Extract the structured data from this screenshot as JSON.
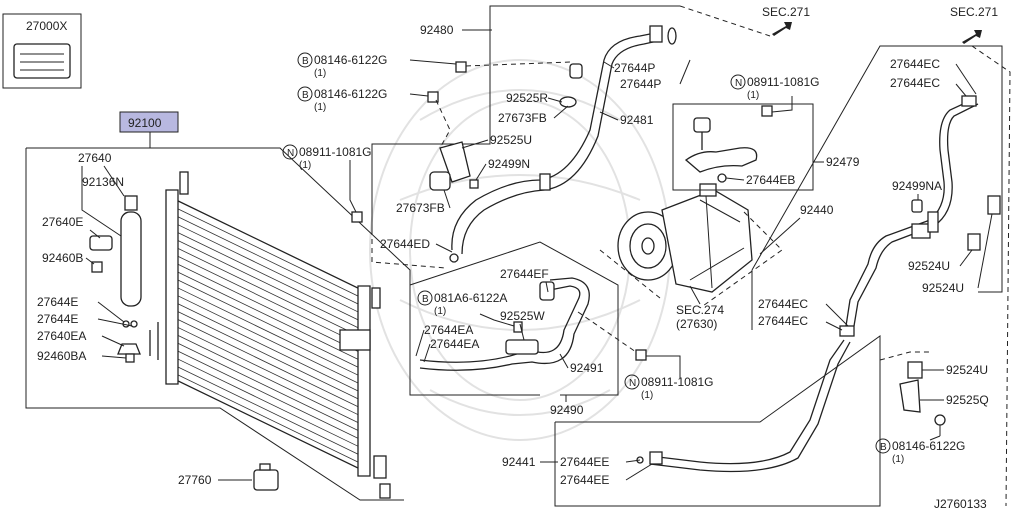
{
  "diagram_id": "J2760133",
  "kit_label": "27000X",
  "condenser_label": "92100",
  "labels": {
    "p27640": "27640",
    "p92136N": "92136N",
    "p27640E": "27640E",
    "p92460B": "92460B",
    "p27644E_a": "27644E",
    "p27644E_b": "27644E",
    "p27640EA": "27640EA",
    "p92460BA": "92460BA",
    "p27760": "27760",
    "p92480": "92480",
    "p08146_a": "08146-6122G",
    "p08146_a_qty": "(1)",
    "p08146_b": "08146-6122G",
    "p08146_b_qty": "(1)",
    "p27644P_a": "27644P",
    "p27644P_b": "27644P",
    "p92525R": "92525R",
    "p27673FB_a": "27673FB",
    "p92481": "92481",
    "p92525U": "92525U",
    "p08911_a": "08911-1081G",
    "p08911_a_qty": "(1)",
    "p92499N": "92499N",
    "p27673FB_b": "27673FB",
    "p27644ED": "27644ED",
    "p27644EF": "27644EF",
    "p081A6": "081A6-6122A",
    "p081A6_qty": "(1)",
    "p92525W": "92525W",
    "p27644EA_a": "27644EA",
    "p27644EA_b": "27644EA",
    "p92491": "92491",
    "p92490": "92490",
    "p08911_b": "08911-1081G",
    "p08911_b_qty": "(1)",
    "p08911_c": "08911-1081G",
    "p08911_c_qty": "(1)",
    "p92479": "92479",
    "p27644EB": "27644EB",
    "sec274": "SEC.274",
    "sec274_sub": "(27630)",
    "sec271_a": "SEC.271",
    "sec271_b": "SEC.271",
    "p27644EC_a": "27644EC",
    "p27644EC_b": "27644EC",
    "p27644EC_c": "27644EC",
    "p27644EC_d": "27644EC",
    "p92499NA": "92499NA",
    "p92440": "92440",
    "p92524U_a": "92524U",
    "p92524U_b": "92524U",
    "p92524U_c": "92524U",
    "p92525Q": "92525Q",
    "p08146_c": "08146-6122G",
    "p08146_c_qty": "(1)",
    "p92441": "92441",
    "p27644EE_a": "27644EE",
    "p27644EE_b": "27644EE",
    "bolt_B": "B",
    "nut_N": "N"
  }
}
